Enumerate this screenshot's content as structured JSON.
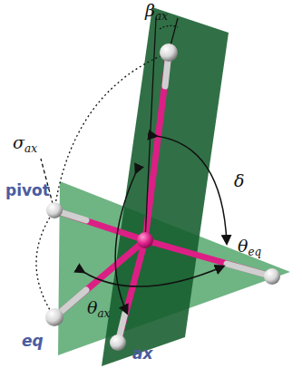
{
  "diagram": {
    "labels": [
      "βax",
      "σax",
      "pivot",
      "δ",
      "θeq",
      "θax",
      "eq",
      "ax"
    ]
  }
}
